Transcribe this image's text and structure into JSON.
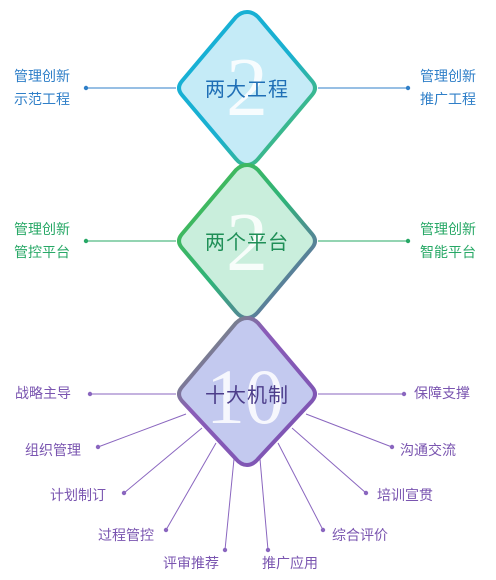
{
  "nodes": [
    {
      "id": "engineering",
      "title": "两大工程",
      "numeral": "2",
      "color": "#18a7d6",
      "fill": "#c5ebf7",
      "left_items": [
        "管理创新",
        "示范工程"
      ],
      "right_items": [
        "管理创新",
        "推广工程"
      ]
    },
    {
      "id": "platform",
      "title": "两个平台",
      "numeral": "2",
      "color": "#2fb37a",
      "fill": "#c9eedc",
      "left_items": [
        "管理创新",
        "管控平台"
      ],
      "right_items": [
        "管理创新",
        "智能平台"
      ]
    },
    {
      "id": "mechanism",
      "title": "十大机制",
      "numeral": "10",
      "color": "#7e57b5",
      "fill": "#c3c9ef",
      "items": [
        "战略主导",
        "保障支撑",
        "组织管理",
        "沟通交流",
        "计划制订",
        "培训宣贯",
        "过程管控",
        "综合评价",
        "评审推荐",
        "推广应用"
      ]
    }
  ]
}
